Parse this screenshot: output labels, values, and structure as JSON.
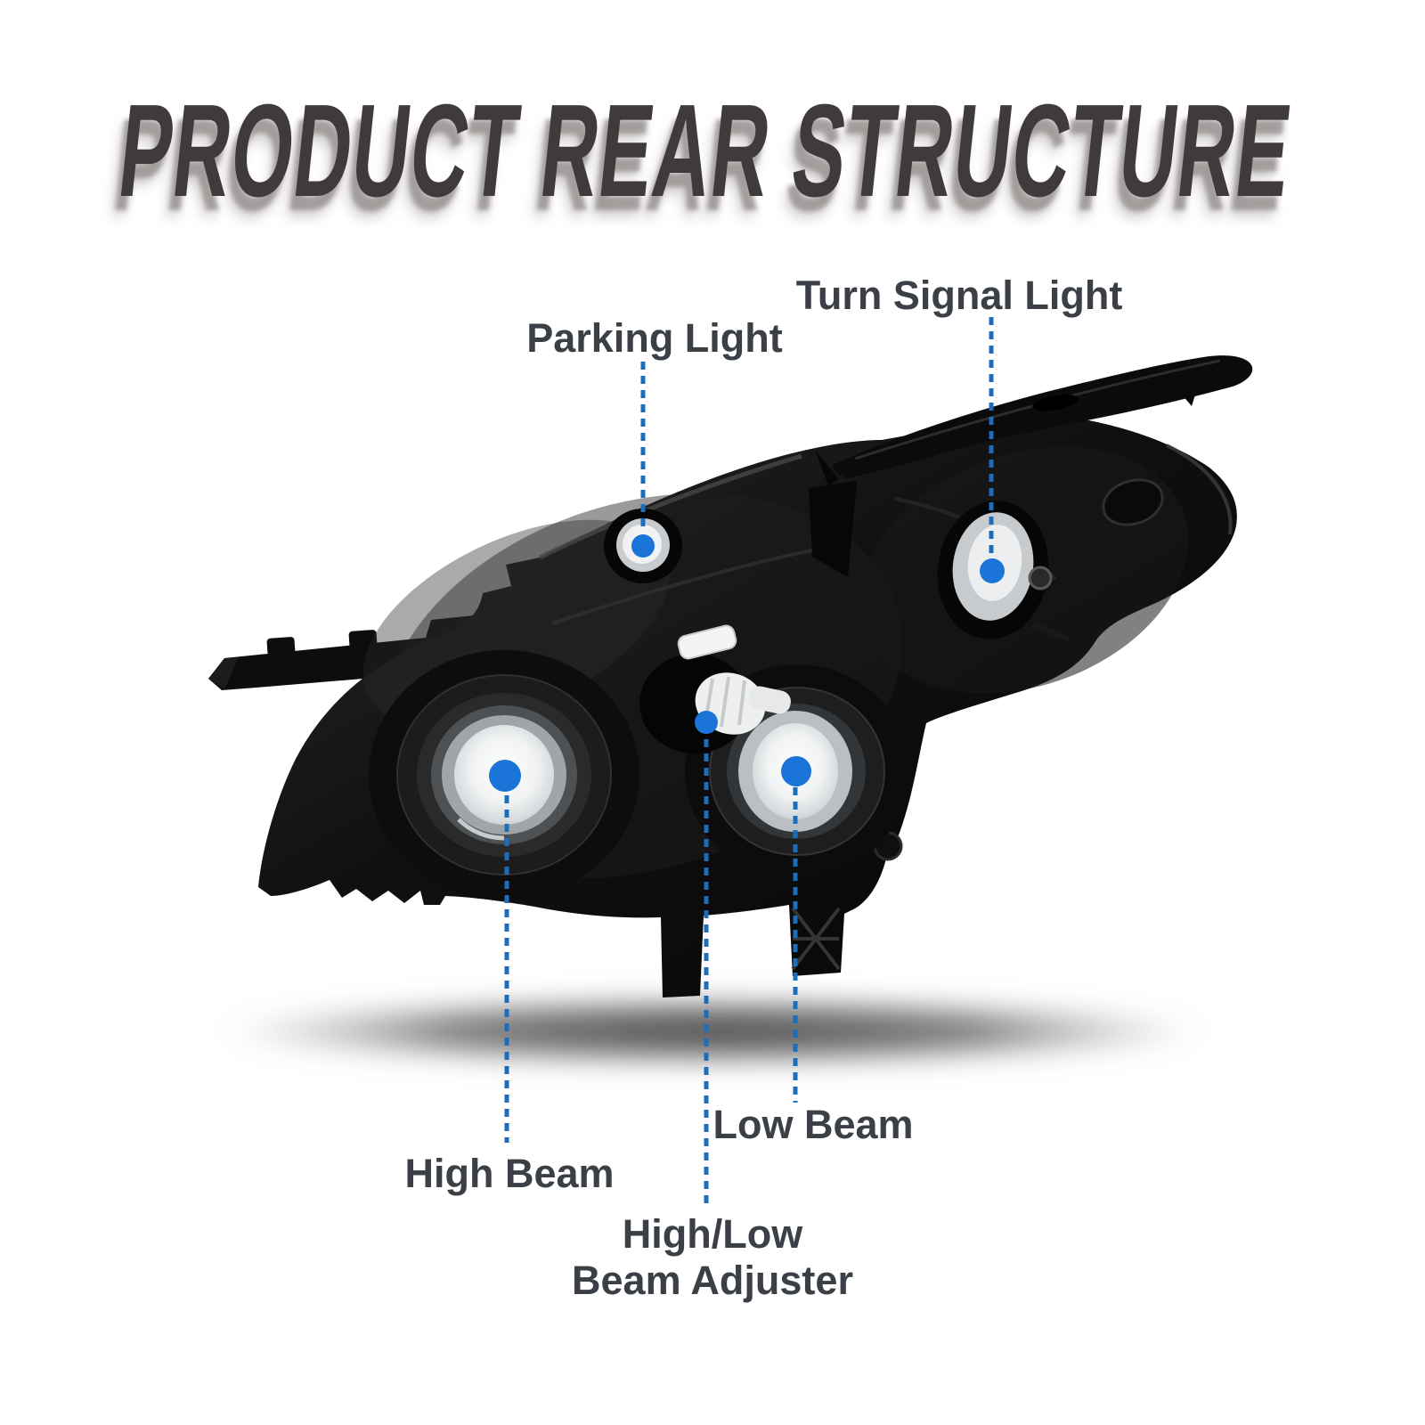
{
  "page": {
    "background_color": "#ffffff"
  },
  "title": {
    "text": "PRODUCT REAR STRUCTURE",
    "color": "#403b3a",
    "shadow_color": "#9a9593"
  },
  "callouts": {
    "parking_light": {
      "label": "Parking Light"
    },
    "turn_signal_light": {
      "label": "Turn Signal Light"
    },
    "high_beam": {
      "label": "High Beam"
    },
    "low_beam": {
      "label": "Low Beam"
    },
    "high_low_beam_adjuster": {
      "label_line1": "High/Low",
      "label_line2": "Beam Adjuster"
    }
  },
  "colors": {
    "label_text": "#3b4046",
    "callout_line": "#1d6eb8",
    "callout_dot": "#1b74d8",
    "housing_black": "#0d0d0d",
    "socket_white": "#f1f2f3",
    "shadow_gray": "#474747"
  }
}
